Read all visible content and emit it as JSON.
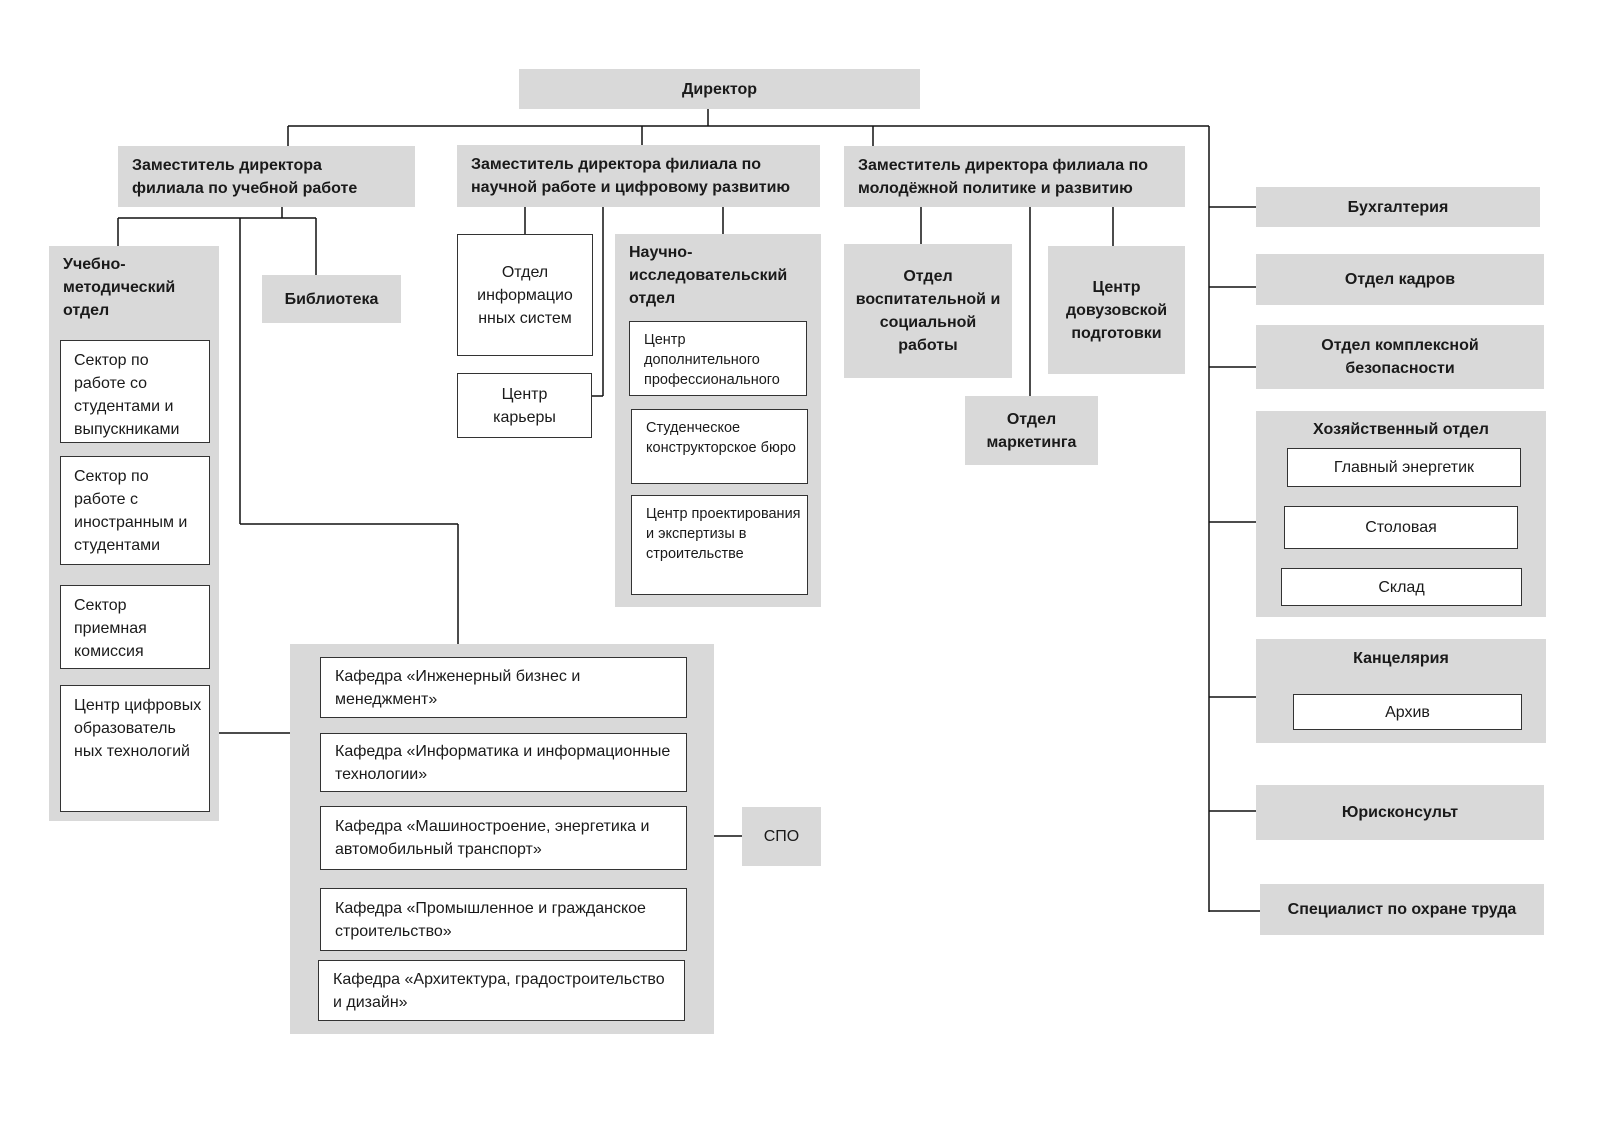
{
  "director": "Директор",
  "deputies": {
    "academic": "Заместитель директора филиала по учебной работе",
    "science": "Заместитель директора филиала по научной работе и цифровому развитию",
    "youth": "Заместитель директора филиала по молодёжной политике и развитию"
  },
  "academic": {
    "methodical_title": "Учебно-методический отдел",
    "sectors": [
      "Сектор по работе со студентами и выпускниками",
      "Сектор по работе с иностранным и студентами",
      "Сектор приемная комиссия",
      "Центр цифровых образователь ных технологий"
    ],
    "library": "Библиотека",
    "departments": [
      "Кафедра «Инженерный бизнес и менеджмент»",
      "Кафедра «Информатика и информационные технологии»",
      "Кафедра «Машиностроение, энергетика и автомобильный транспорт»",
      "Кафедра «Промышленное и гражданское строительство»",
      "Кафедра «Архитектура, градостроительство и дизайн»"
    ],
    "spo": "СПО"
  },
  "science": {
    "info_systems": "Отдел информацио нных систем",
    "career": "Центр карьеры",
    "research_title": "Научно-исследовательский отдел",
    "research_units": [
      "Центр дополнительного профессионального",
      "Студенческое конструкторское бюро",
      "Центр проектирования и экспертизы в строительстве"
    ]
  },
  "youth": {
    "education": "Отдел воспитательной и социальной работы",
    "pre_university": "Центр довузовской подготовки",
    "marketing": "Отдел маркетинга"
  },
  "right": {
    "accounting": "Бухгалтерия",
    "hr": "Отдел кадров",
    "security": "Отдел комплексной безопасности",
    "household_title": "Хозяйственный отдел",
    "household_units": [
      "Главный энергетик",
      "Столовая",
      "Склад"
    ],
    "chancellery_title": "Канцелярия",
    "archive": "Архив",
    "lawyer": "Юрисконсульт",
    "safety": "Специалист по охране труда"
  }
}
